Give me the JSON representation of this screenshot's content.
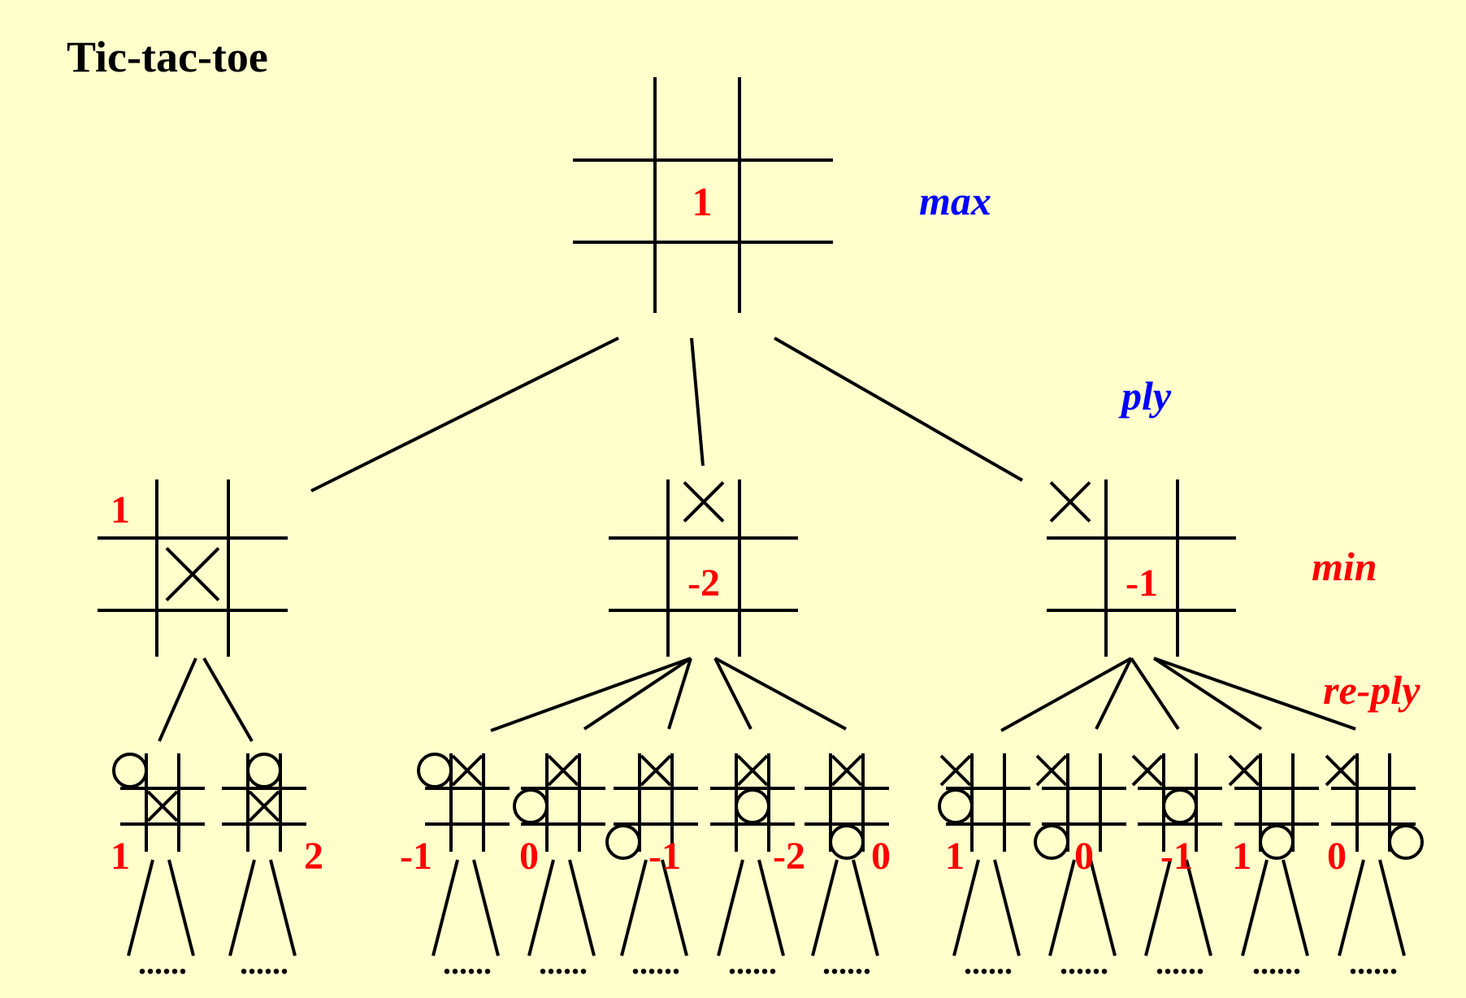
{
  "title": "Tic-tac-toe",
  "colors": {
    "background": "#FFFFCC",
    "lines": "#000000",
    "score": "#FF0000",
    "level_max": "#0000FF",
    "level_min": "#FF0000"
  },
  "levels": {
    "max": "max",
    "ply": "ply",
    "min": "min",
    "reply": "re-ply"
  },
  "root": {
    "score": "1"
  },
  "depth1": [
    {
      "score": "1",
      "x": "center"
    },
    {
      "score": "-2",
      "x": "top-center"
    },
    {
      "score": "-1",
      "x": "top-left"
    }
  ],
  "depth2": [
    {
      "score": "1",
      "o": "top-left"
    },
    {
      "score": "2",
      "o": "top-center"
    },
    {
      "score": "-1",
      "o": "top-left"
    },
    {
      "score": "0",
      "o": "middle-left"
    },
    {
      "score": "-1",
      "o": "bottom-left"
    },
    {
      "score": "-2",
      "o": "center"
    },
    {
      "score": "0",
      "o": "bottom-center"
    },
    {
      "score": "1",
      "o": "middle-left"
    },
    {
      "score": "0",
      "o": "bottom-left"
    },
    {
      "score": "-1",
      "o": "center"
    },
    {
      "score": "1",
      "o": "bottom-center"
    },
    {
      "score": "0",
      "o": "bottom-right"
    }
  ],
  "continuation": "......"
}
